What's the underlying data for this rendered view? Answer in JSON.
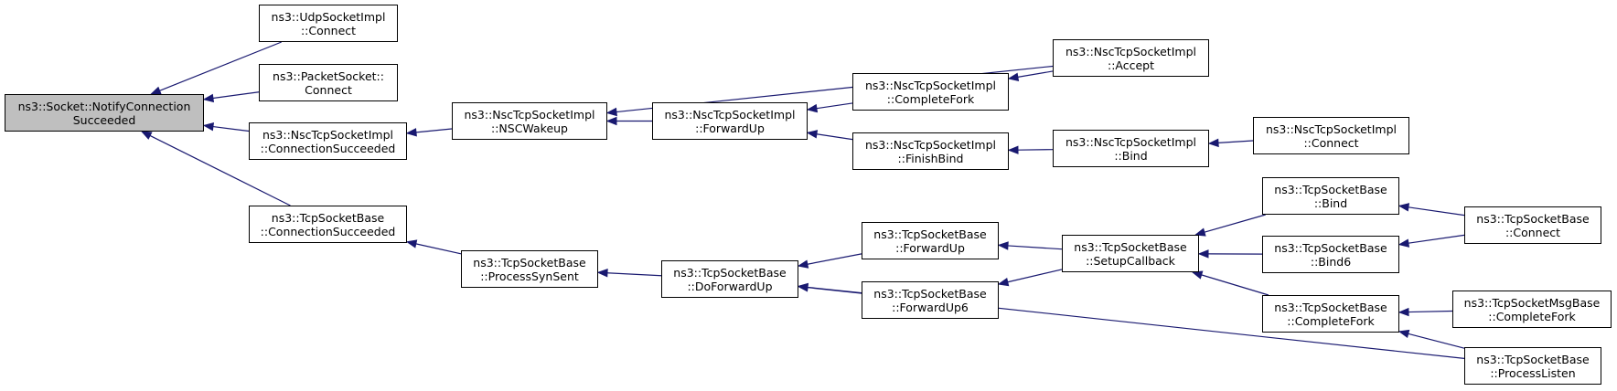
{
  "colors": {
    "edge": "#191970",
    "root_fill": "#bfbfbf",
    "node_fill": "#ffffff",
    "node_border": "#000000"
  },
  "nodes": {
    "root": {
      "line1": "ns3::Socket::NotifyConnection",
      "line2": "Succeeded"
    },
    "udp_connect": {
      "line1": "ns3::UdpSocketImpl",
      "line2": "::Connect"
    },
    "packet_connect": {
      "line1": "ns3::PacketSocket::",
      "line2": "Connect"
    },
    "nsc_conn_succeeded": {
      "line1": "ns3::NscTcpSocketImpl",
      "line2": "::ConnectionSucceeded"
    },
    "tcp_conn_succeeded": {
      "line1": "ns3::TcpSocketBase",
      "line2": "::ConnectionSucceeded"
    },
    "nsc_wakeup": {
      "line1": "ns3::NscTcpSocketImpl",
      "line2": "::NSCWakeup"
    },
    "nsc_forwardup": {
      "line1": "ns3::NscTcpSocketImpl",
      "line2": "::ForwardUp"
    },
    "nsc_accept": {
      "line1": "ns3::NscTcpSocketImpl",
      "line2": "::Accept"
    },
    "nsc_completefork": {
      "line1": "ns3::NscTcpSocketImpl",
      "line2": "::CompleteFork"
    },
    "nsc_finishbind": {
      "line1": "ns3::NscTcpSocketImpl",
      "line2": "::FinishBind"
    },
    "nsc_bind": {
      "line1": "ns3::NscTcpSocketImpl",
      "line2": "::Bind"
    },
    "nsc_connect": {
      "line1": "ns3::NscTcpSocketImpl",
      "line2": "::Connect"
    },
    "tcp_processsynsent": {
      "line1": "ns3::TcpSocketBase",
      "line2": "::ProcessSynSent"
    },
    "tcp_doforwardup": {
      "line1": "ns3::TcpSocketBase",
      "line2": "::DoForwardUp"
    },
    "tcp_forwardup": {
      "line1": "ns3::TcpSocketBase",
      "line2": "::ForwardUp"
    },
    "tcp_forwardup6": {
      "line1": "ns3::TcpSocketBase",
      "line2": "::ForwardUp6"
    },
    "tcp_setupcallback": {
      "line1": "ns3::TcpSocketBase",
      "line2": "::SetupCallback"
    },
    "tcp_bind": {
      "line1": "ns3::TcpSocketBase",
      "line2": "::Bind"
    },
    "tcp_bind6": {
      "line1": "ns3::TcpSocketBase",
      "line2": "::Bind6"
    },
    "tcp_completefork": {
      "line1": "ns3::TcpSocketBase",
      "line2": "::CompleteFork"
    },
    "tcp_connect": {
      "line1": "ns3::TcpSocketBase",
      "line2": "::Connect"
    },
    "tcpmsg_completefork": {
      "line1": "ns3::TcpSocketMsgBase",
      "line2": "::CompleteFork"
    },
    "tcp_processlisten": {
      "line1": "ns3::TcpSocketBase",
      "line2": "::ProcessListen"
    }
  },
  "edges": [
    {
      "from": "udp_connect",
      "to": "root"
    },
    {
      "from": "packet_connect",
      "to": "root"
    },
    {
      "from": "nsc_conn_succeeded",
      "to": "root"
    },
    {
      "from": "tcp_conn_succeeded",
      "to": "root"
    },
    {
      "from": "nsc_wakeup",
      "to": "nsc_conn_succeeded"
    },
    {
      "from": "nsc_accept",
      "to": "nsc_wakeup"
    },
    {
      "from": "nsc_forwardup",
      "to": "nsc_wakeup"
    },
    {
      "from": "nsc_completefork",
      "to": "nsc_forwardup"
    },
    {
      "from": "nsc_finishbind",
      "to": "nsc_forwardup"
    },
    {
      "from": "nsc_accept",
      "to": "nsc_completefork"
    },
    {
      "from": "nsc_bind",
      "to": "nsc_finishbind"
    },
    {
      "from": "nsc_connect",
      "to": "nsc_bind"
    },
    {
      "from": "tcp_processsynsent",
      "to": "tcp_conn_succeeded"
    },
    {
      "from": "tcp_doforwardup",
      "to": "tcp_processsynsent"
    },
    {
      "from": "tcp_forwardup",
      "to": "tcp_doforwardup"
    },
    {
      "from": "tcp_forwardup6",
      "to": "tcp_doforwardup"
    },
    {
      "from": "tcp_processlisten",
      "to": "tcp_doforwardup"
    },
    {
      "from": "tcp_setupcallback",
      "to": "tcp_forwardup"
    },
    {
      "from": "tcp_setupcallback",
      "to": "tcp_forwardup6"
    },
    {
      "from": "tcp_bind",
      "to": "tcp_setupcallback"
    },
    {
      "from": "tcp_bind6",
      "to": "tcp_setupcallback"
    },
    {
      "from": "tcp_completefork",
      "to": "tcp_setupcallback"
    },
    {
      "from": "tcp_connect",
      "to": "tcp_bind"
    },
    {
      "from": "tcp_connect",
      "to": "tcp_bind6"
    },
    {
      "from": "tcpmsg_completefork",
      "to": "tcp_completefork"
    },
    {
      "from": "tcp_processlisten",
      "to": "tcp_completefork"
    }
  ]
}
